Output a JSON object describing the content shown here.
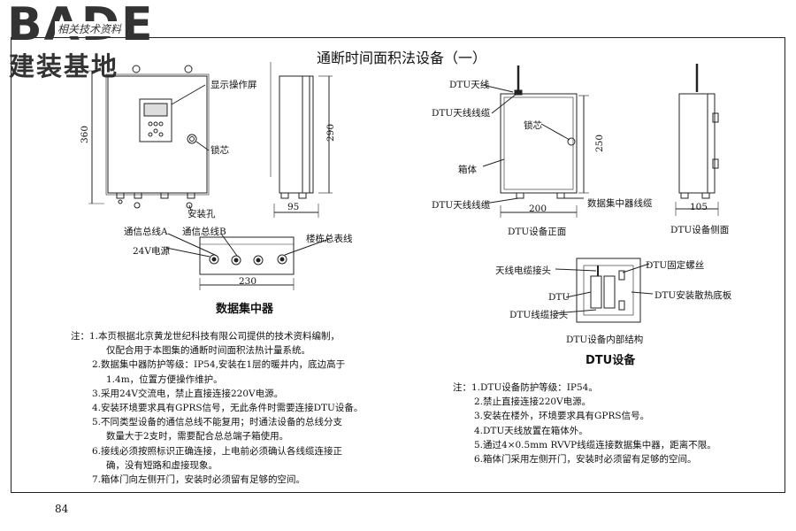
{
  "header": {
    "logo_text": "BADE",
    "logo_cn": "建装基地",
    "subtag": "相关技术资料"
  },
  "title": "通断时间面积法设备（一）",
  "left_device": {
    "labels": {
      "display": "显示操作屏",
      "lock": "锁芯",
      "mount": "安装孔",
      "h360": "360",
      "h290": "290",
      "w95": "95"
    },
    "section_title": "数据集中器",
    "concentrator": {
      "busA": "通信总线A",
      "busB": "通信总线B",
      "bus_floor": "楼栋总表线",
      "power": "24V电源",
      "w230": "230"
    }
  },
  "dtu": {
    "front": {
      "antenna": "DTU天线",
      "antenna_cable": "DTU天线线缆",
      "lock": "锁芯",
      "box": "箱体",
      "antenna_cable2": "DTU天线线缆",
      "concentrator_cable": "数据集中器线缆",
      "w200": "200",
      "h250": "250",
      "caption": "DTU设备正面"
    },
    "side": {
      "w105": "105",
      "caption": "DTU设备侧面"
    },
    "inner": {
      "antenna_conn": "天线电缆接头",
      "dtu": "DTU",
      "cable_conn": "DTU线缆接头",
      "fix_screw": "DTU固定螺丝",
      "heat_plate": "DTU安装散热底板",
      "caption": "DTU设备内部结构"
    },
    "section_title": "DTU设备"
  },
  "notes_left": [
    "注：1.本页根据北京黄龙世纪科技有限公司提供的技术资料编制，",
    "仅配合用于本图集的通断时间面积法热计量系统。",
    "2.数据集中器防护等级：IP54,安装在1层的暖井内，底边高于",
    "1.4m，位置方便操作维护。",
    "3.采用24V交流电，禁止直接连接220V电源。",
    "4.安装环境要求具有GPRS信号，无此条件时需要连接DTU设备。",
    "5.不同类型设备的通信总线不能复用；时通法设备的总线分支",
    "数量大于2支时，需要配合总总端子箱使用。",
    "6.接线必须按照标识正确连接，上电前必须确认各线缆连接正",
    "确，没有短路和虚接现象。",
    "7.箱体门向左侧开门，安装时必须留有足够的空间。"
  ],
  "notes_right": [
    "注：1.DTU设备防护等级：IP54。",
    "2.禁止直接连接220V电源。",
    "3.安装在楼外，环境要求具有GPRS信号。",
    "4.DTU天线放置在箱体外。",
    "5.通过4×0.5mm RVVP线缆连接数据集中器，距离不限。",
    "6.箱体门采用左侧开门，安装时必须留有足够的空间。"
  ],
  "page_number": "84"
}
